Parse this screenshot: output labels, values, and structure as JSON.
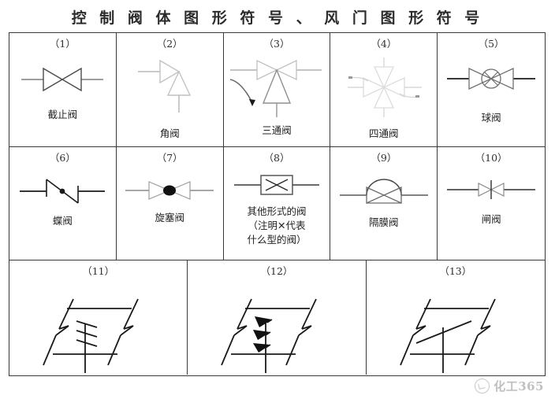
{
  "title": "控  制  阀  体  图  形  符  号  、  风  门  图  形  符  号",
  "table": {
    "rows": [
      {
        "cells": [
          {
            "index": "（1）",
            "label_lines": [
              "截止阀"
            ],
            "symbol": "globe-valve-symbol"
          },
          {
            "index": "（2）",
            "label_lines": [
              "角阀"
            ],
            "symbol": "angle-valve-symbol"
          },
          {
            "index": "（3）",
            "label_lines": [
              "三通阀"
            ],
            "symbol": "three-way-valve-symbol"
          },
          {
            "index": "（4）",
            "label_lines": [
              "四通阀"
            ],
            "symbol": "four-way-valve-symbol"
          },
          {
            "index": "（5）",
            "label_lines": [
              "球阀"
            ],
            "symbol": "ball-valve-symbol"
          }
        ]
      },
      {
        "cells": [
          {
            "index": "（6）",
            "label_lines": [
              "蝶阀"
            ],
            "symbol": "butterfly-valve-symbol"
          },
          {
            "index": "（7）",
            "label_lines": [
              "旋塞阀"
            ],
            "symbol": "plug-valve-symbol"
          },
          {
            "index": "（8）",
            "label_lines": [
              "其他形式的阀",
              "（注明✕代表",
              "什么型的阀）"
            ],
            "symbol": "other-valve-symbol"
          },
          {
            "index": "（9）",
            "label_lines": [
              "隔膜阀"
            ],
            "symbol": "diaphragm-valve-symbol"
          },
          {
            "index": "（10）",
            "label_lines": [
              "闸阀"
            ],
            "symbol": "gate-valve-symbol"
          }
        ]
      },
      {
        "cells": [
          {
            "index": "（11）",
            "label_lines": [],
            "symbol": "multi-blade-damper-symbol"
          },
          {
            "index": "（12）",
            "label_lines": [],
            "symbol": "arrow-blade-damper-symbol"
          },
          {
            "index": "（13）",
            "label_lines": [],
            "symbol": "single-blade-damper-symbol"
          }
        ]
      }
    ]
  },
  "watermark": {
    "text": "化工365"
  },
  "colors": {
    "border": "#3a3a3a",
    "symbol_dark": "#1a1a1a",
    "symbol_mid": "#8a8a8a",
    "symbol_faint": "#cdcdcd",
    "text": "#222222",
    "background": "#ffffff"
  }
}
